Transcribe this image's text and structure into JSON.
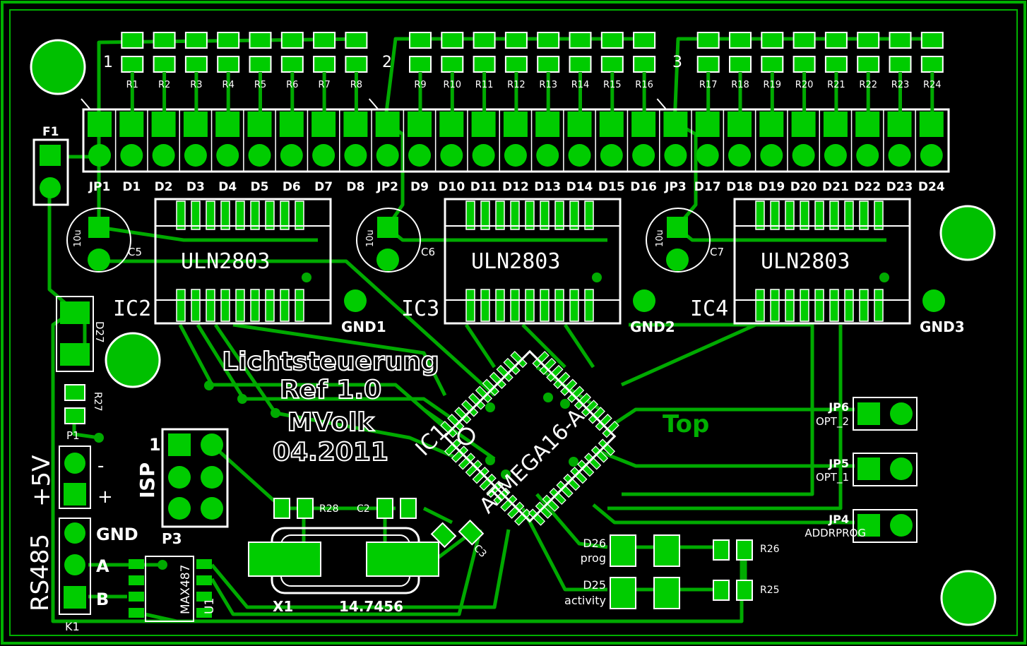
{
  "board": {
    "title_lines": [
      "Lichtsteuerung",
      "Ref 1.0",
      "MVolk",
      "04.2011"
    ],
    "layer_label": "Top"
  },
  "connectors": {
    "group_numbers": [
      "1",
      "2",
      "3"
    ],
    "pins": [
      "JP1",
      "D1",
      "D2",
      "D3",
      "D4",
      "D5",
      "D6",
      "D7",
      "D8",
      "JP2",
      "D9",
      "D10",
      "D11",
      "D12",
      "D13",
      "D14",
      "D15",
      "D16",
      "JP3",
      "D17",
      "D18",
      "D19",
      "D20",
      "D21",
      "D22",
      "D23",
      "D24"
    ]
  },
  "resistors_top": [
    "R1",
    "R2",
    "R3",
    "R4",
    "R5",
    "R6",
    "R7",
    "R8",
    "R9",
    "R10",
    "R11",
    "R12",
    "R13",
    "R14",
    "R15",
    "R16",
    "R17",
    "R18",
    "R19",
    "R20",
    "R21",
    "R22",
    "R23",
    "R24"
  ],
  "drivers": [
    {
      "ref": "IC2",
      "part": "ULN2803",
      "cap": "C5",
      "cap_value": "10u",
      "gnd": "GND1"
    },
    {
      "ref": "IC3",
      "part": "ULN2803",
      "cap": "C6",
      "cap_value": "10u",
      "gnd": "GND2"
    },
    {
      "ref": "IC4",
      "part": "ULN2803",
      "cap": "C7",
      "cap_value": "10u",
      "gnd": "GND3"
    }
  ],
  "mcu": {
    "ref": "IC1",
    "part": "ATMEGA16-A"
  },
  "fuse": "F1",
  "diode_d27": "D27",
  "resistor_r27": "R27",
  "p1": "P1",
  "power": {
    "label": "+5V",
    "minus": "-",
    "plus": "+"
  },
  "rs485": {
    "label": "RS485",
    "pins": [
      "GND",
      "A",
      "B"
    ],
    "ref": "K1"
  },
  "isp": {
    "label": "ISP",
    "ref": "P3",
    "pin1": "1"
  },
  "transceiver": {
    "part": "MAX487",
    "ref": "U1"
  },
  "crystal": {
    "ref": "X1",
    "value": "14.7456"
  },
  "small_parts": {
    "r28": "R28",
    "c2": "C2",
    "c3": "C3"
  },
  "jumpers": [
    {
      "ref": "JP6",
      "name": "OPT_2"
    },
    {
      "ref": "JP5",
      "name": "OPT_1"
    },
    {
      "ref": "JP4",
      "name": "ADDRPROG"
    }
  ],
  "leds": [
    {
      "ref": "D26",
      "name": "prog",
      "res": "R26"
    },
    {
      "ref": "D25",
      "name": "activity",
      "res": "R25"
    }
  ],
  "colors": {
    "pad": "#00cc00",
    "copper": "#00aa00",
    "silkscreen": "#ffffff",
    "board": "#000000"
  }
}
